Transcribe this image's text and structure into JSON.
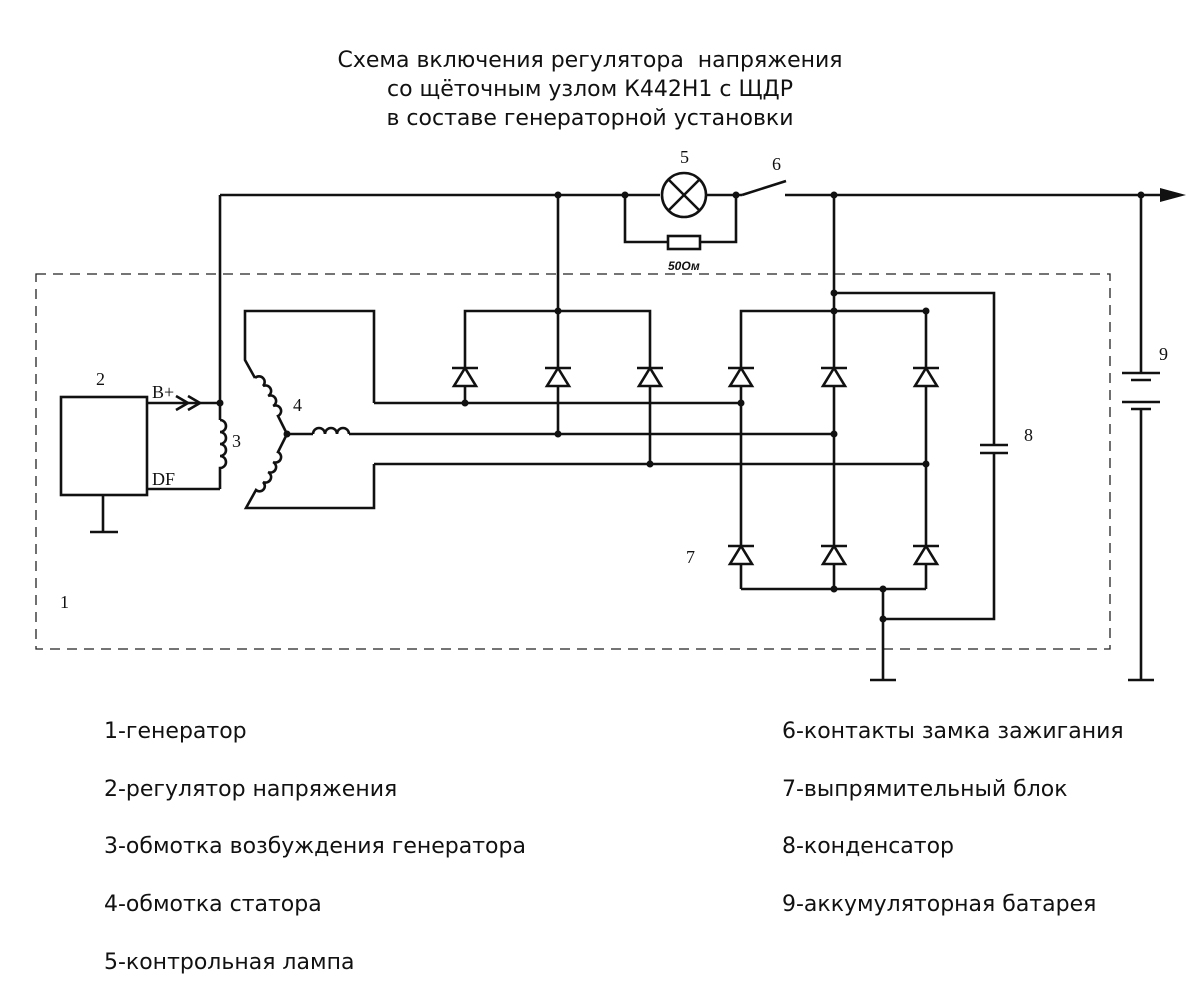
{
  "title": {
    "line1": "Схема включения регулятора  напряжения",
    "line2": "со щёточным узлом К442Н1 с ЩДР",
    "line3": "в составе генераторной установки"
  },
  "labels": {
    "generator": "1",
    "regulator": "2",
    "field_winding": "3",
    "stator_winding": "4",
    "lamp": "5",
    "ignition_switch": "6",
    "rectifier": "7",
    "capacitor": "8",
    "battery": "9",
    "terminal_bplus": "B+",
    "terminal_df": "DF",
    "resistor_value": "50Ом"
  },
  "legend": {
    "left": [
      "1-генератор",
      "2-регулятор напряжения",
      "3-обмотка возбуждения генератора",
      "4-обмотка статора",
      "5-контрольная лампа"
    ],
    "right": [
      "6-контакты замка зажигания",
      "7-выпрямительный блок",
      "8-конденсатор",
      "9-аккумуляторная батарея"
    ]
  }
}
